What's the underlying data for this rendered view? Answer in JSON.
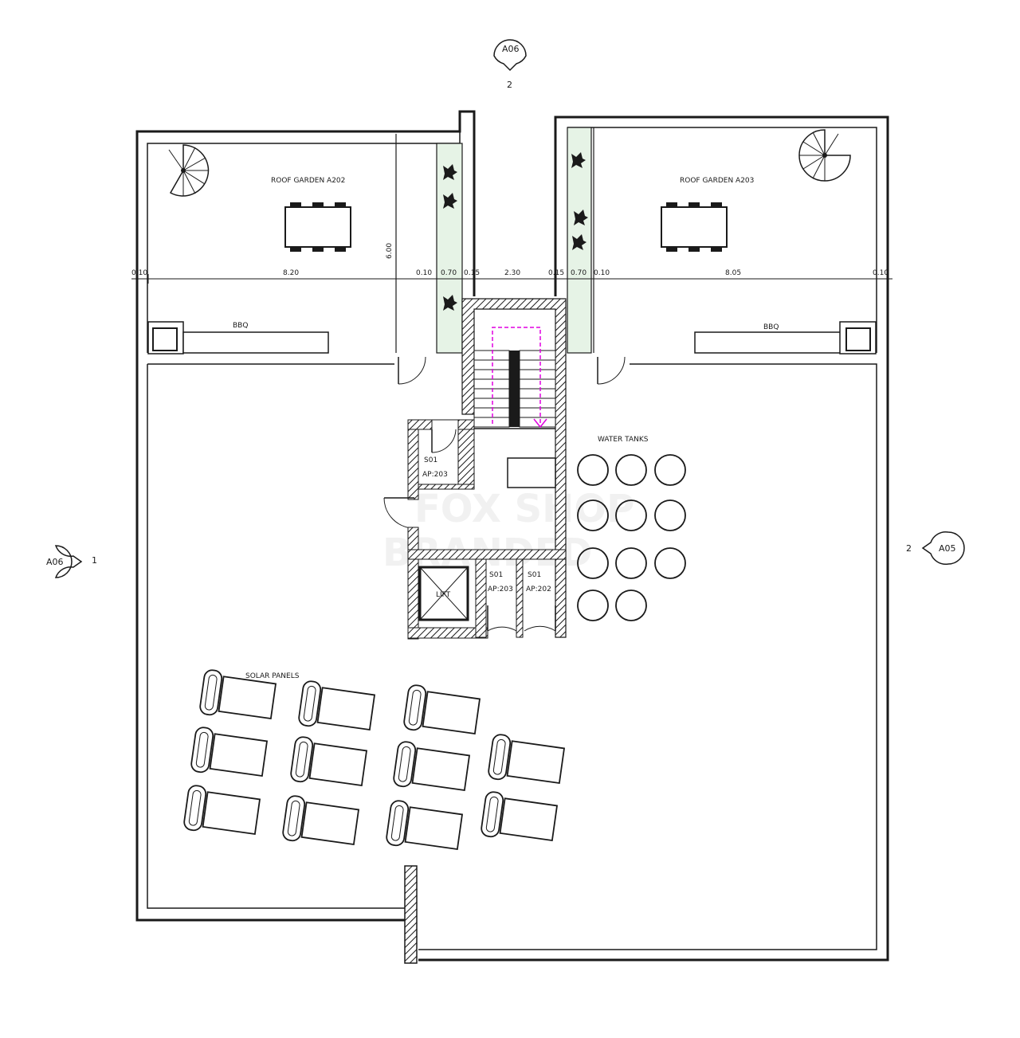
{
  "labels": {
    "roof_garden_left": "ROOF GARDEN A202",
    "roof_garden_right": "ROOF GARDEN A203",
    "bbq_left": "BBQ",
    "bbq_right": "BBQ",
    "water_tanks": "WATER TANKS",
    "solar_panels": "SOLAR PANELS",
    "lift": "LIFT",
    "dim_vertical": "6.00"
  },
  "stores": [
    {
      "code": "S01",
      "ap": "AP:203"
    },
    {
      "code": "S01",
      "ap": "AP:203"
    },
    {
      "code": "S01",
      "ap": "AP:202"
    }
  ],
  "dimensions": [
    "0.10",
    "8.20",
    "0.10",
    "0.70",
    "0.15",
    "2.30",
    "0.15",
    "0.70",
    "0.10",
    "8.05",
    "0.10"
  ],
  "section_marks": {
    "top": {
      "ref": "A06",
      "num": "2"
    },
    "left": {
      "ref": "A06",
      "num": "1"
    },
    "right": {
      "ref": "A05",
      "num": "2"
    }
  },
  "watermark": [
    "FOX SHOP",
    "BRANDED"
  ],
  "colors": {
    "line": "#1a1a1a",
    "planter": "#e6f3e6",
    "stair_path": "#e000e0",
    "floor": "#f7f7f7"
  }
}
